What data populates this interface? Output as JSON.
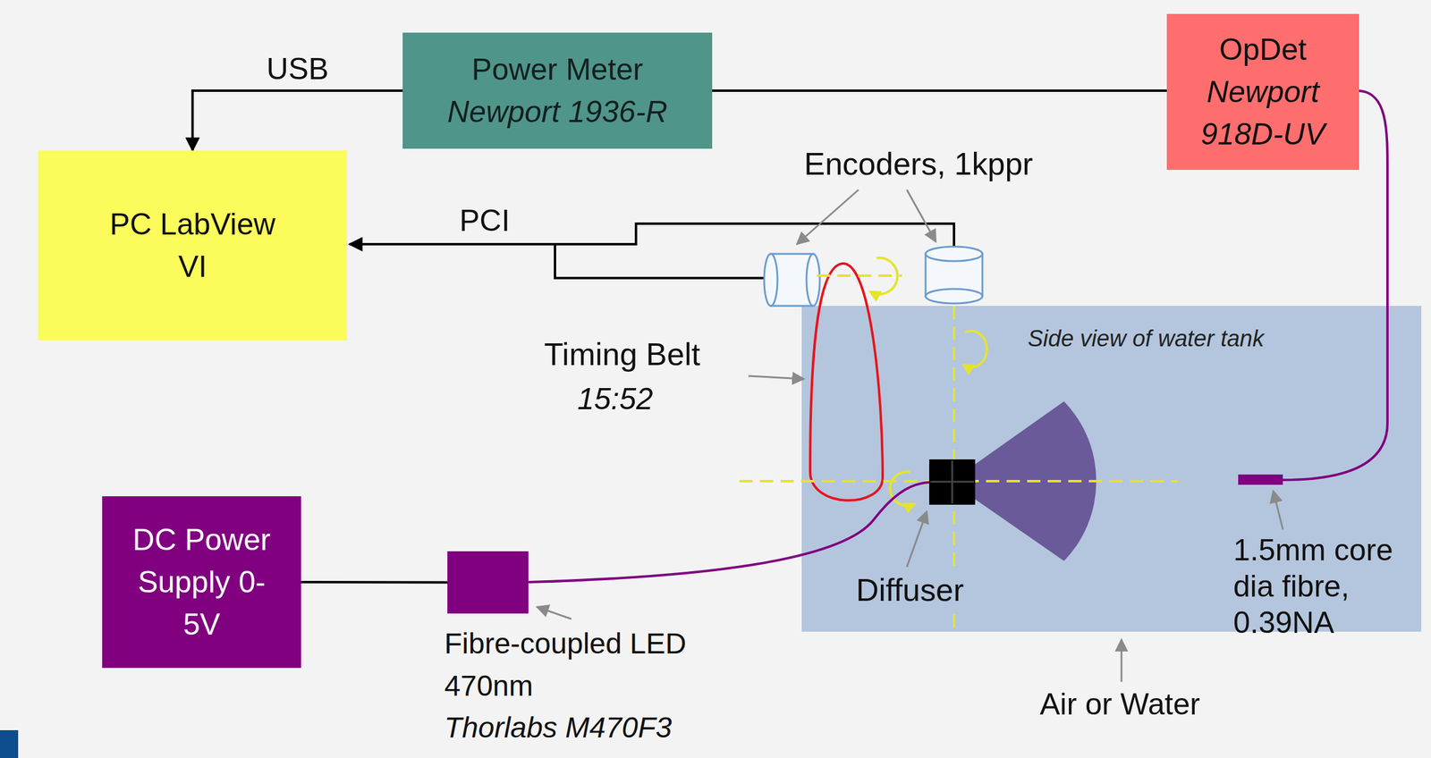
{
  "diagram": {
    "nodes": [
      {
        "text": [
          "PC LabView VI"
        ]
      },
      {
        "text": [
          "Power Meter",
          "Newport 1936-R"
        ]
      },
      {
        "text": [
          "OpDet",
          "Newport 918D-UV"
        ]
      },
      {
        "text": [
          "DC Power Supply 0-5V"
        ]
      },
      {
        "text": [
          "Fibre-coupled LED 470nm",
          "Thorlabs M470F3"
        ]
      },
      {
        "text": [
          "Side view of water tank"
        ]
      }
    ],
    "edges": [
      {
        "from": 1,
        "to": 0,
        "arrow": "to",
        "label": "USB"
      },
      {
        "from": 1,
        "to": 2,
        "arrow": "none"
      },
      {
        "from": 3,
        "to": 4,
        "arrow": "none"
      }
    ],
    "labels": [
      "Encoders, 1kppr",
      "PCI",
      "Timing Belt",
      "15:52",
      "Diffuser",
      "1.5mm core dia fibre, 0.39NA",
      "Air or Water"
    ]
  }
}
